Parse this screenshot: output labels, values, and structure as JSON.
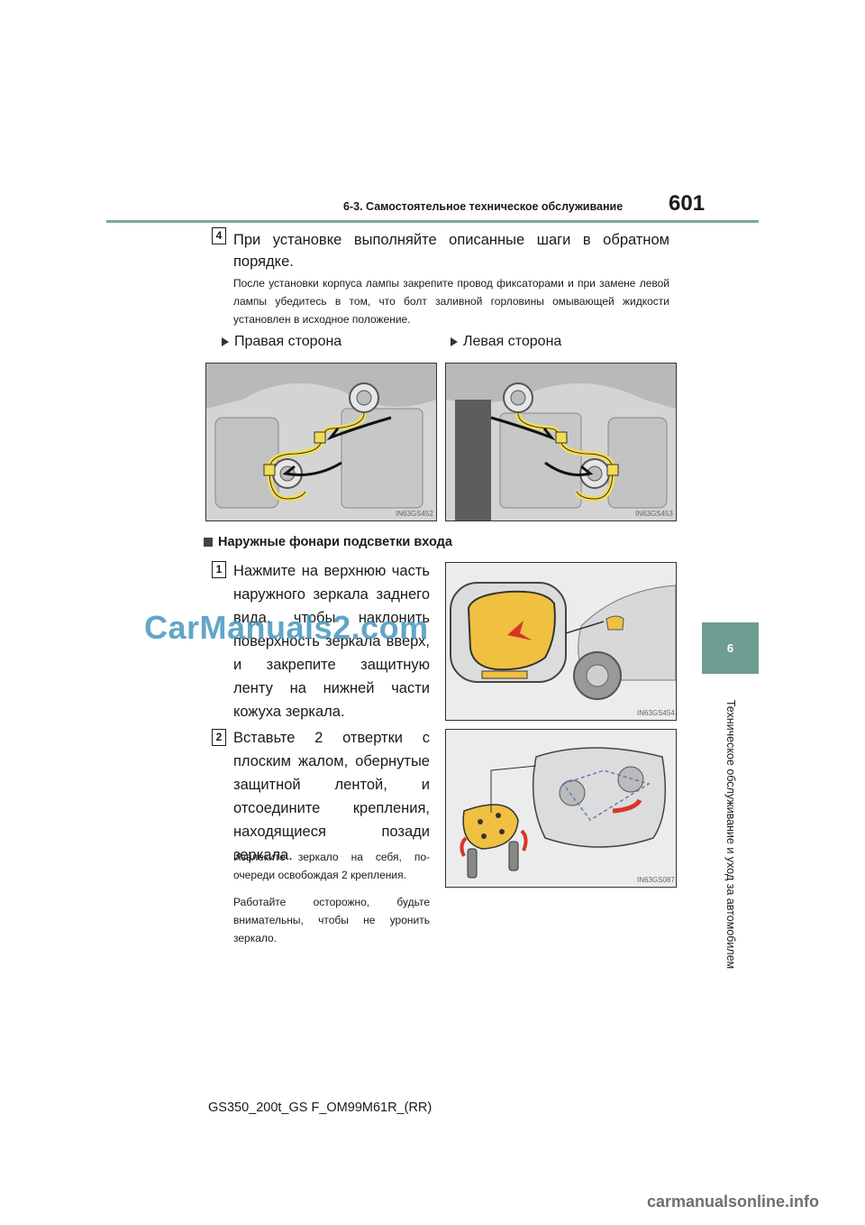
{
  "header": {
    "section_title": "6-3. Самостоятельное техническое обслуживание",
    "page_number": "601"
  },
  "side_tab": {
    "chapter_number": "6",
    "chapter_title": "Техническое обслуживание и уход за автомобилем"
  },
  "step4": {
    "badge": "4",
    "text": "При установке выполняйте описанные шаги в обратном порядке.",
    "note": "После установки корпуса лампы закрепите провод фиксаторами и при замене левой лампы убедитесь в том, что болт заливной горловины омывающей жидкости установлен в исходное положение.",
    "right_label": "Правая сторона",
    "left_label": "Левая сторона",
    "fig_right_code": "IN63GS452",
    "fig_left_code": "IN63GS453"
  },
  "subsection": {
    "title": "Наружные фонари подсветки входа"
  },
  "step1": {
    "badge": "1",
    "text": "Нажмите на верхнюю часть наружного зеркала заднего вида, чтобы наклонить поверхность зеркала вверх, и закрепите защитную ленту на нижней части кожуха зеркала.",
    "fig_code": "IN63GS454"
  },
  "step2": {
    "badge": "2",
    "text": "Вставьте 2 отвертки с плоским жалом, обернутые защитной лентой, и отсоедините крепления, находящиеся позади зеркала.",
    "note1": "Извлеките зеркало на себя, по-очереди освобождая 2 крепления.",
    "note2": "Работайте осторожно, будьте внимательны, чтобы не уронить зеркало.",
    "fig_code": "IN63GS087"
  },
  "footer": {
    "model_code": "GS350_200t_GS F_OM99M61R_(RR)"
  },
  "watermarks": {
    "left": "CarManuals2.com",
    "right": "carmanualsonline.info"
  },
  "colors": {
    "accent": "#6e9e91",
    "rule": "#7fa89a",
    "highlight": "#f0c040",
    "arrow_red": "#d9342b"
  }
}
